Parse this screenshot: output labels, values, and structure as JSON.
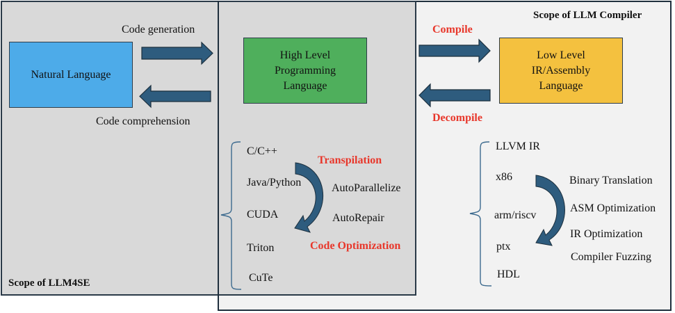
{
  "scopes": {
    "llm4se": "Scope of LLM4SE",
    "compiler": "Scope of LLM Compiler"
  },
  "nodes": {
    "natural_language": "Natural Language",
    "high_level": [
      "High Level",
      "Programming",
      "Language"
    ],
    "low_level": [
      "Low Level",
      "IR/Assembly",
      "Language"
    ]
  },
  "arrows": {
    "code_generation": "Code generation",
    "code_comprehension": "Code comprehension",
    "compile": "Compile",
    "decompile": "Decompile"
  },
  "high_level_languages": [
    "C/C++",
    "Java/Python",
    "CUDA",
    "Triton",
    "CuTe"
  ],
  "high_level_tasks": {
    "transpilation": "Transpilation",
    "autoparallelize": "AutoParallelize",
    "autorepair": "AutoRepair",
    "code_optimization": "Code Optimization"
  },
  "low_level_languages": [
    "LLVM IR",
    "x86",
    "arm/riscv",
    "ptx",
    "HDL"
  ],
  "low_level_tasks": [
    "Binary Translation",
    "ASM Optimization",
    "IR Optimization",
    "Compiler Fuzzing"
  ],
  "colors": {
    "natural_language": "#4dabe9",
    "high_level": "#4faf5c",
    "low_level": "#f4c13f",
    "arrow": "#2e5c7e",
    "accent_red": "#e8372b",
    "llm4se_bg": "#d9d9d9",
    "compiler_bg": "#f2f2f2"
  }
}
